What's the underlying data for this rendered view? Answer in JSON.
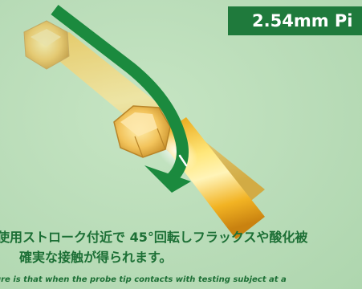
{
  "badge": {
    "label": "2.54mm Pi"
  },
  "caption": {
    "line1": "使用ストローク付近で 45°回転しフラックスや酸化被",
    "line2": "確実な接触が得られます。",
    "english_fragment": "ure is that when the probe tip contacts with testing subject at a"
  },
  "illustration": {
    "subject": "rotating-probe-pin",
    "arrow_color": "#1b8a3e",
    "pin_color": "#f0b020",
    "background_color": "#b9dcb8"
  }
}
